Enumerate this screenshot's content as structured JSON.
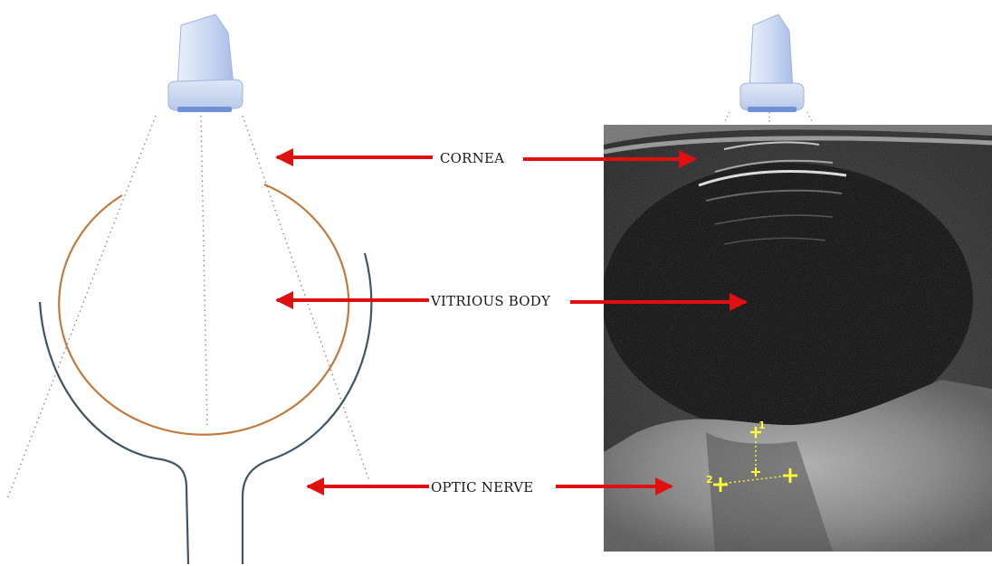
{
  "labels": {
    "cornea": "CORNEA",
    "vitreous": "VITRIOUS BODY",
    "optic_nerve": "OPTIC NERVE"
  },
  "calipers": {
    "marker_1": "1",
    "marker_2": "2"
  },
  "colors": {
    "arrow": "#e01010",
    "globe_outline": "#c27a3c",
    "sheath_outline": "#3f5566",
    "caliper": "#ffff33",
    "probe": "#c9d7f2"
  }
}
